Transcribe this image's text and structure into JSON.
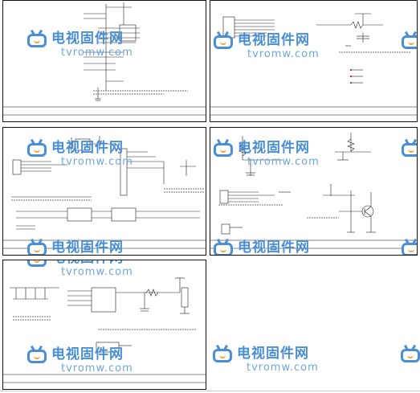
{
  "watermark": {
    "cn_text": "电视固件网",
    "en_text": "tvromw.com",
    "icon": "tv-icon",
    "color_primary": "#4a8fd6",
    "color_accent": "#f2a33a"
  },
  "sheets": [
    {
      "id": "sheet-1"
    },
    {
      "id": "sheet-2"
    },
    {
      "id": "sheet-3"
    },
    {
      "id": "sheet-4"
    },
    {
      "id": "sheet-5"
    }
  ]
}
